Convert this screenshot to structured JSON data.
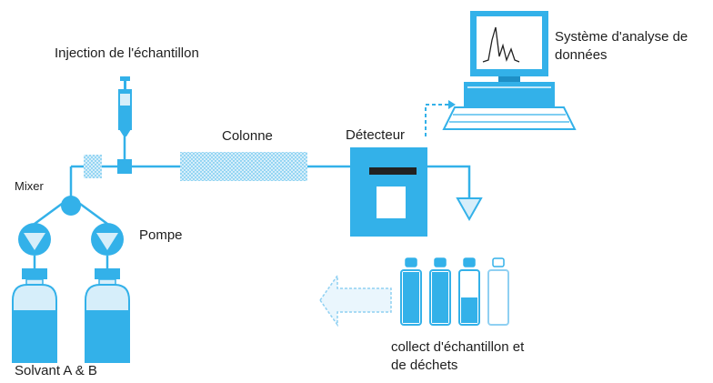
{
  "labels": {
    "injection": "Injection de l'échantillon",
    "colonne": "Colonne",
    "detecteur": "Détecteur",
    "systeme_line1": "Système d'analyse de",
    "systeme_line2": "données",
    "mixer": "Mixer",
    "pompe": "Pompe",
    "solvant": "Solvant A & B",
    "collect_line1": "collect d'échantillon et",
    "collect_line2": "de déchets"
  },
  "colors": {
    "primary": "#33B1E9",
    "dark": "#1E8FC6",
    "light": "#D6EEFA",
    "pale": "#EAF6FD",
    "black": "#222222",
    "white": "#FFFFFF"
  },
  "icons": {
    "computer": "computer-monitor-icon",
    "syringe": "syringe-icon",
    "pump": "pump-icon",
    "bottle": "solvent-bottle-icon",
    "vial": "vial-icon",
    "arrow": "arrow-left-icon"
  },
  "collection_fill_levels": [
    1.0,
    1.0,
    0.5,
    0.0
  ]
}
